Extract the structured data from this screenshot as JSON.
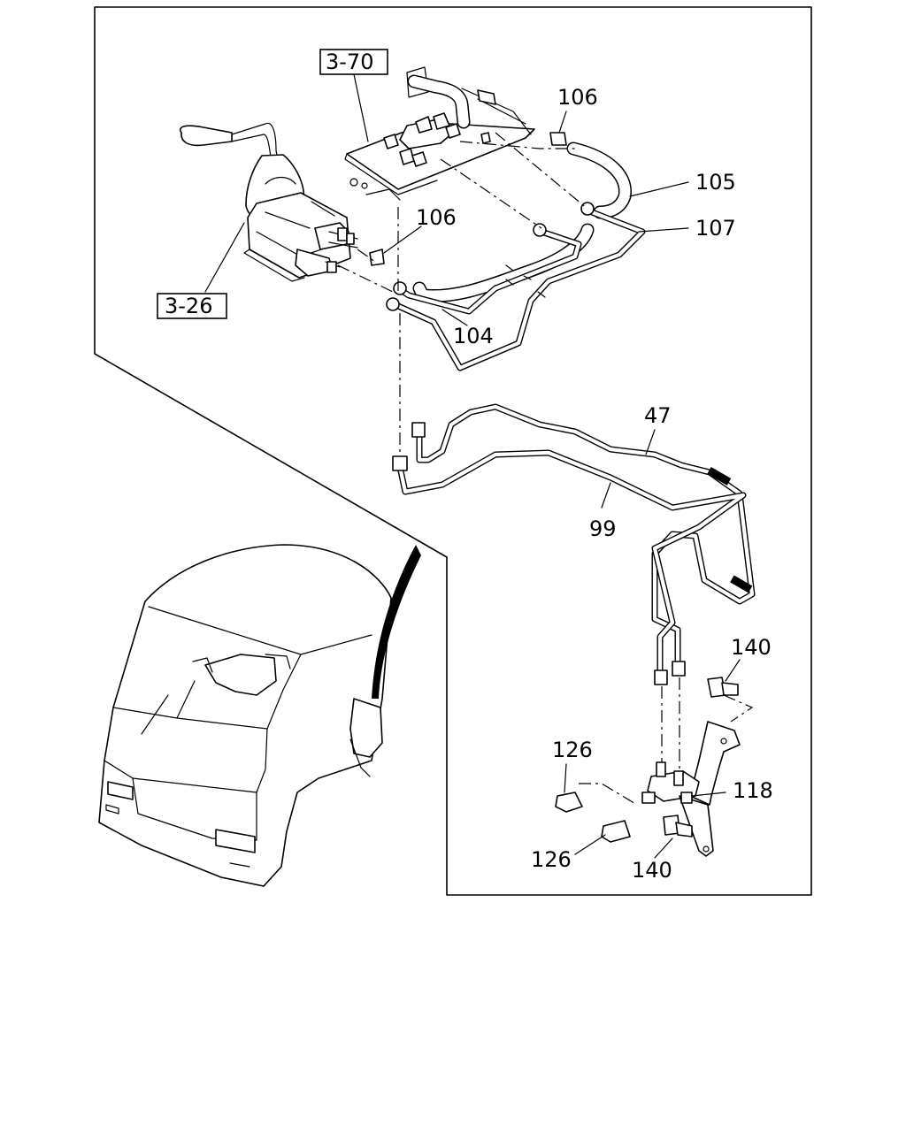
{
  "references": {
    "ref_3_70": "3-70",
    "ref_3_26": "3-26"
  },
  "callouts": {
    "p106_top": "106",
    "p106_mid": "106",
    "p105": "105",
    "p107": "107",
    "p104": "104",
    "p47": "47",
    "p99": "99",
    "p140_top": "140",
    "p126_top": "126",
    "p118": "118",
    "p126_bottom": "126",
    "p140_bottom": "140"
  }
}
